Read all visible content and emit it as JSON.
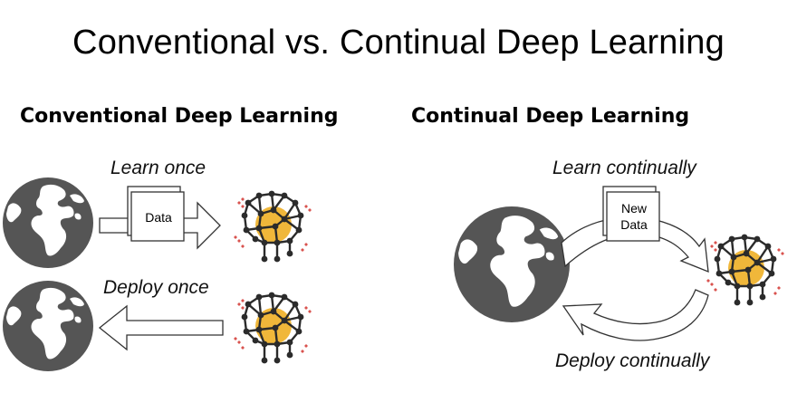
{
  "title": "Conventional vs. Continual Deep Learning",
  "conventional": {
    "heading": "Conventional Deep Learning",
    "learn_label": "Learn once",
    "doc_label": "Data",
    "deploy_label": "Deploy once"
  },
  "continual": {
    "heading": "Continual Deep Learning",
    "learn_label": "Learn continually",
    "doc_label_line1": "New",
    "doc_label_line2": "Data",
    "deploy_label": "Deploy continually"
  },
  "colors": {
    "globe": "#555555",
    "land": "#ffffff",
    "brain_fill": "#f0b73a",
    "node": "#2b2b2b",
    "spark": "#d9534f"
  },
  "icons": [
    "globe-icon",
    "brain-network-icon",
    "document-stack-icon",
    "arrow-right",
    "arrow-left",
    "cycle-arrows"
  ]
}
